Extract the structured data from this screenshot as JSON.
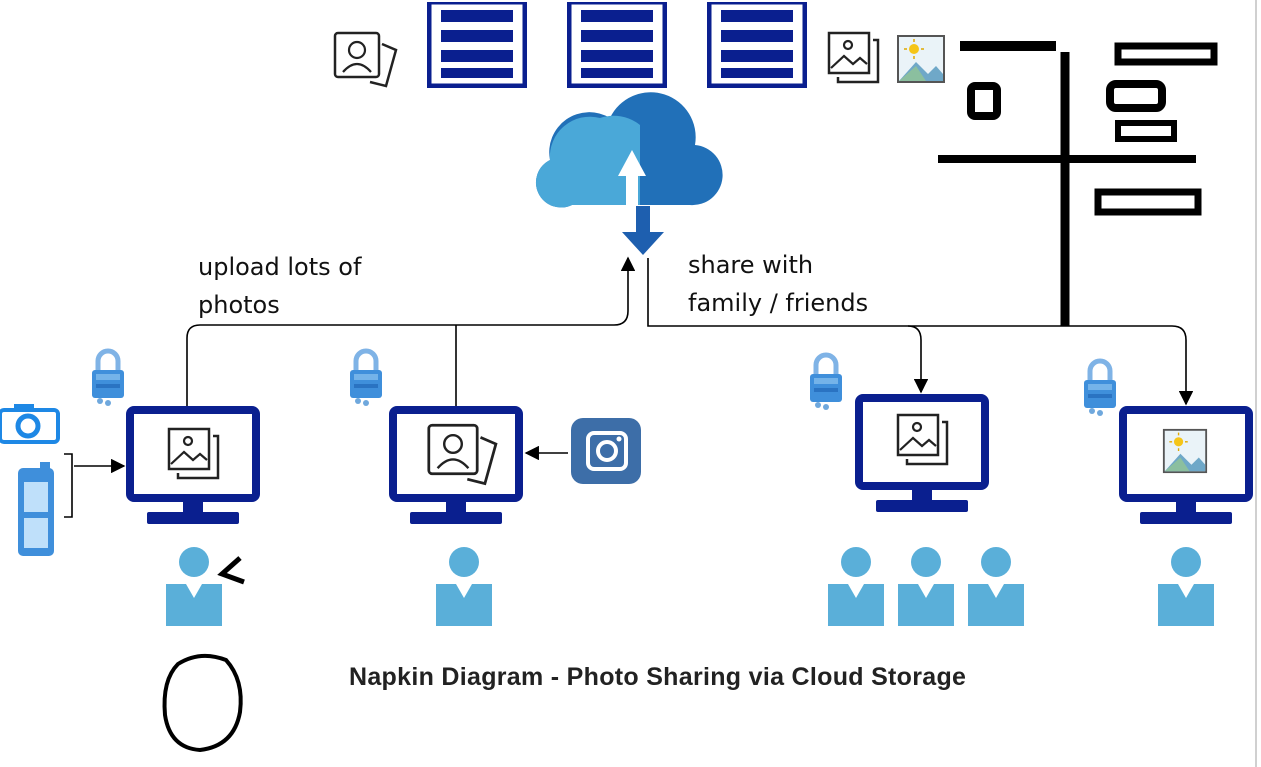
{
  "labels": {
    "upload": [
      "upload lots of",
      "photos"
    ],
    "share": [
      "share with",
      "family / friends"
    ],
    "title": "Napkin Diagram - Photo Sharing via Cloud Storage"
  },
  "icons": {
    "cloud": "cloud-sync-icon",
    "storage": "storage-rack-icon",
    "monitor": "monitor-icon",
    "user": "user-icon",
    "lock": "padlock-icon",
    "camera": "camera-icon",
    "phone": "mobile-phone-icon",
    "instagram": "instagram-icon",
    "photos": "photo-gallery-icon",
    "portraits": "portrait-photos-icon",
    "landscape": "landscape-image-icon"
  },
  "colors": {
    "navy": "#0A1F8F",
    "cloud_light": "#4AA8D8",
    "cloud_dark": "#2170B8",
    "user": "#5AAFD9",
    "lock": "#3F8FDB",
    "instagram": "#3D6EA8",
    "camera": "#1E88E5",
    "ink": "#000000"
  }
}
